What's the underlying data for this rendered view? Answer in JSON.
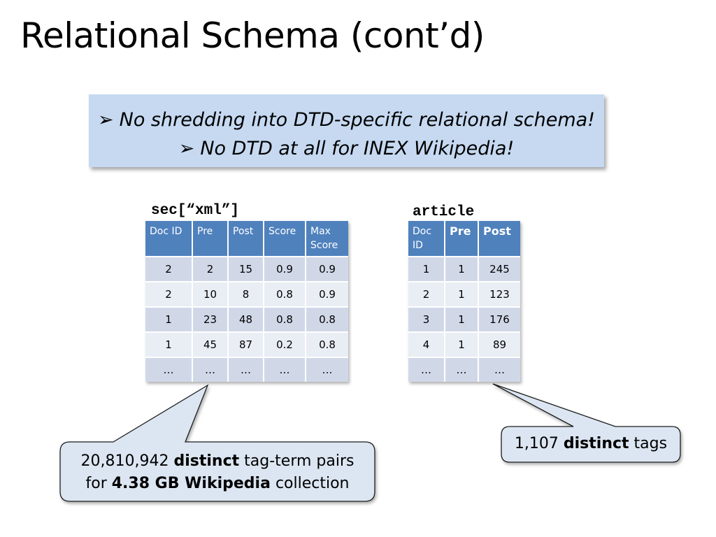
{
  "slide": {
    "title": "Relational Schema (cont’d)"
  },
  "banner": {
    "bullet": "➢",
    "lines": [
      "No shredding into DTD-specific relational schema!",
      "No DTD at all for INEX Wikipedia!"
    ]
  },
  "sec_table": {
    "label": "sec[“xml”]",
    "headers": [
      "Doc ID",
      "Pre",
      "Post",
      "Score",
      "Max Score"
    ],
    "rows": [
      [
        "2",
        "2",
        "15",
        "0.9",
        "0.9"
      ],
      [
        "2",
        "10",
        "8",
        "0.8",
        "0.9"
      ],
      [
        "1",
        "23",
        "48",
        "0.8",
        "0.8"
      ],
      [
        "1",
        "45",
        "87",
        "0.2",
        "0.8"
      ],
      [
        "…",
        "…",
        "…",
        "…",
        "…"
      ]
    ]
  },
  "article_table": {
    "label": "article",
    "headers": [
      "Doc ID",
      "Pre",
      "Post"
    ],
    "rows": [
      [
        "1",
        "1",
        "245"
      ],
      [
        "2",
        "1",
        "123"
      ],
      [
        "3",
        "1",
        "176"
      ],
      [
        "4",
        "1",
        "89"
      ],
      [
        "…",
        "…",
        "…"
      ]
    ]
  },
  "callout_left": {
    "line1_pre": "20,810,942 ",
    "line1_bold": "distinct",
    "line1_post": " tag-term pairs",
    "line2_pre": "for ",
    "line2_bold": "4.38 GB Wikipedia",
    "line2_post": " collection"
  },
  "callout_right": {
    "pre": "1,107 ",
    "bold": "distinct",
    "post": " tags"
  },
  "colors": {
    "header_blue": "#4f81bd",
    "row_dark": "#d0d8e8",
    "row_light": "#e9edf4",
    "banner_fill": "#c6d9f1",
    "callout_fill": "#dce6f2"
  }
}
